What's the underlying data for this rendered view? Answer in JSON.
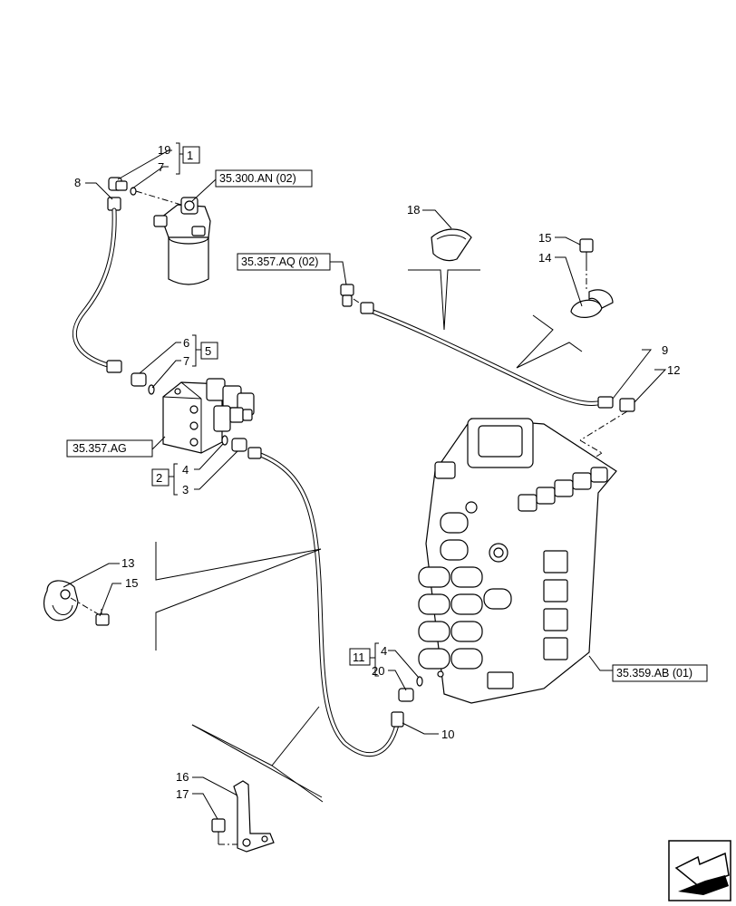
{
  "callouts": {
    "c19": "19",
    "c7a": "7",
    "c8": "8",
    "c18": "18",
    "c15a": "15",
    "c14": "14",
    "c6": "6",
    "c7b": "7",
    "c9": "9",
    "c12": "12",
    "c4a": "4",
    "c3": "3",
    "c13": "13",
    "c15b": "15",
    "c4b": "4",
    "c20": "20",
    "c10": "10",
    "c16": "16",
    "c17": "17"
  },
  "boxes": {
    "b1": "1",
    "b5": "5",
    "b2": "2",
    "b11": "11"
  },
  "references": {
    "r_filter": "35.300.AN (02)",
    "r_aq": "35.357.AQ (02)",
    "r_ag": "35.357.AG",
    "r_ab": "35.359.AB (01)"
  },
  "nav_icon": "next-page-arrow-icon"
}
